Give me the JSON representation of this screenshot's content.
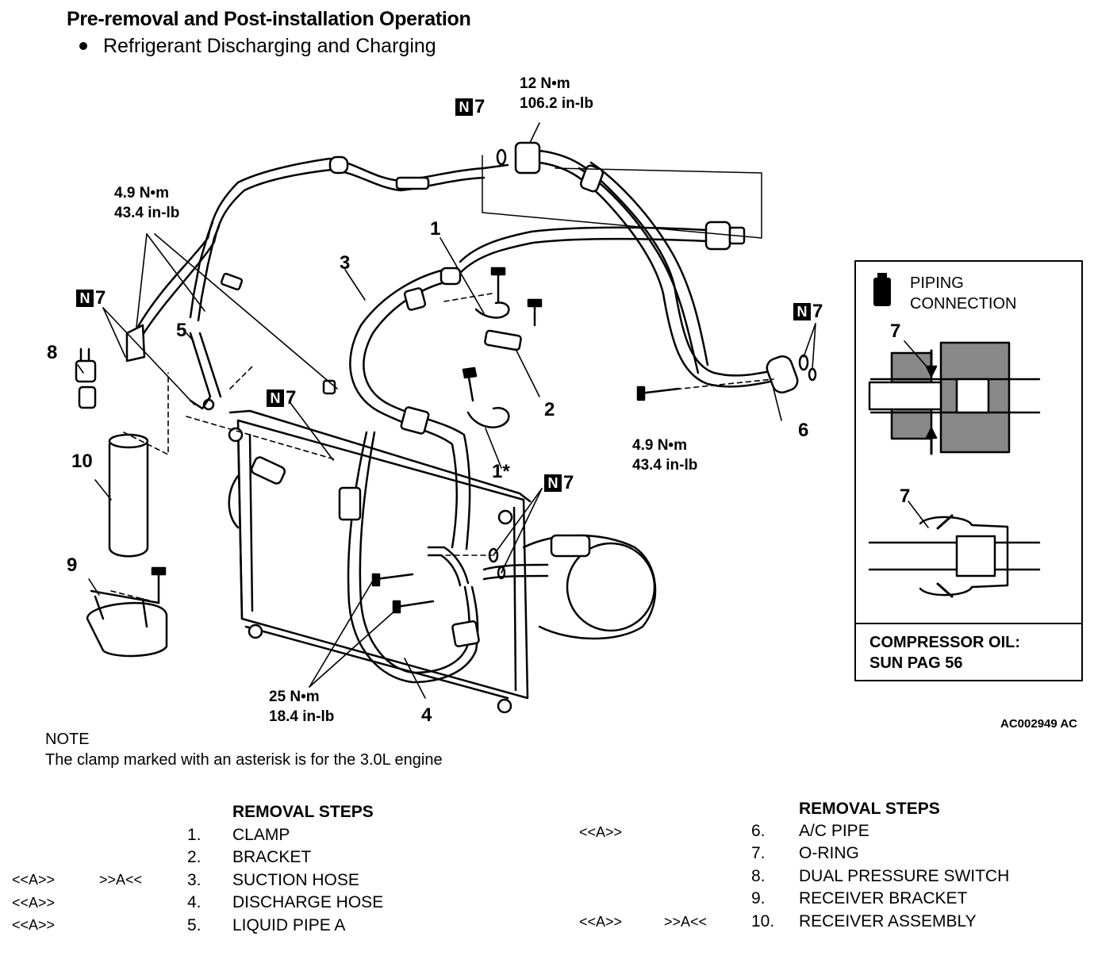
{
  "header": {
    "title": "Pre-removal and Post-installation Operation",
    "subtitle": "Refrigerant Discharging and Charging"
  },
  "callouts": {
    "c1": "1",
    "c1_star": "1*",
    "c2": "2",
    "c3": "3",
    "c4": "4",
    "c5": "5",
    "c6": "6",
    "c8": "8",
    "c9": "9",
    "c10": "10",
    "c7_inset_a": "7",
    "c7_inset_b": "7"
  },
  "n7": {
    "box": "N",
    "num": "7"
  },
  "torques": {
    "t_top": "12 N•m\n106.2 in-lb",
    "t_left": "4.9 N•m\n43.4 in-lb",
    "t_right": "4.9 N•m\n43.4 in-lb",
    "t_bottom": "25 N•m\n18.4 in-lb"
  },
  "inset": {
    "piping": "PIPING\nCONNECTION",
    "oil": "COMPRESSOR OIL:\nSUN PAG 56"
  },
  "figure_id": "AC002949 AC",
  "note": {
    "heading": "NOTE",
    "body": "The clamp marked with an asterisk is for the 3.0L engine"
  },
  "steps": {
    "heading_left": "REMOVAL STEPS",
    "heading_right": "REMOVAL STEPS",
    "left": [
      {
        "num": "1.",
        "label": "CLAMP",
        "pre": "",
        "post": ""
      },
      {
        "num": "2.",
        "label": "BRACKET",
        "pre": "",
        "post": ""
      },
      {
        "num": "3.",
        "label": "SUCTION HOSE",
        "pre": "<<A>>",
        "post": ">>A<<"
      },
      {
        "num": "4.",
        "label": "DISCHARGE HOSE",
        "pre": "<<A>>",
        "post": ""
      },
      {
        "num": "5.",
        "label": "LIQUID PIPE A",
        "pre": "<<A>>",
        "post": ""
      }
    ],
    "right": [
      {
        "num": "6.",
        "label": "A/C PIPE",
        "pre": "<<A>>",
        "post": ""
      },
      {
        "num": "7.",
        "label": "O-RING",
        "pre": "",
        "post": ""
      },
      {
        "num": "8.",
        "label": "DUAL PRESSURE SWITCH",
        "pre": "",
        "post": ""
      },
      {
        "num": "9.",
        "label": "RECEIVER BRACKET",
        "pre": "",
        "post": ""
      },
      {
        "num": "10.",
        "label": "RECEIVER ASSEMBLY",
        "pre": "<<A>>",
        "post": ">>A<<"
      }
    ]
  }
}
